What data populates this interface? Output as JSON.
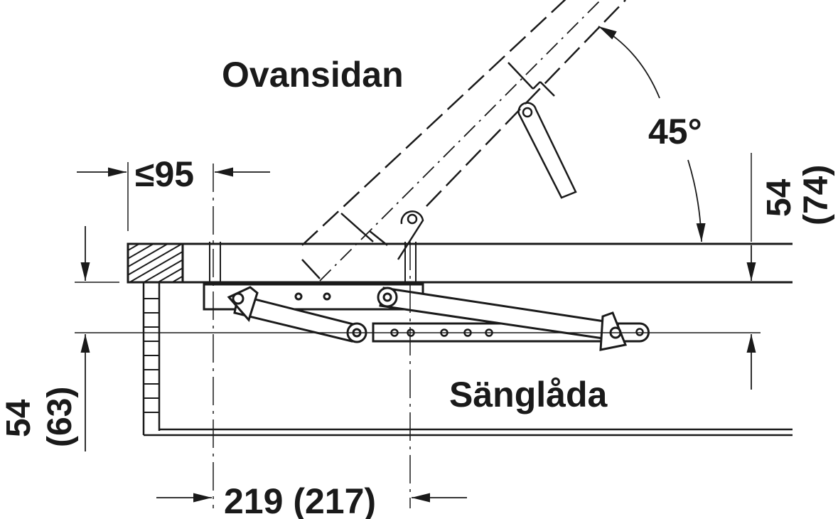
{
  "labels": {
    "top_side": "Ovansidan",
    "bed_box": "Sänglåda",
    "angle": "45°",
    "max_offset": "≤95",
    "right_height": "54",
    "right_height_alt": "(74)",
    "left_height": "54",
    "left_height_alt": "(63)",
    "bottom_width": "219 (217)"
  },
  "colors": {
    "ink": "#1a1a1a",
    "background": "#ffffff"
  }
}
